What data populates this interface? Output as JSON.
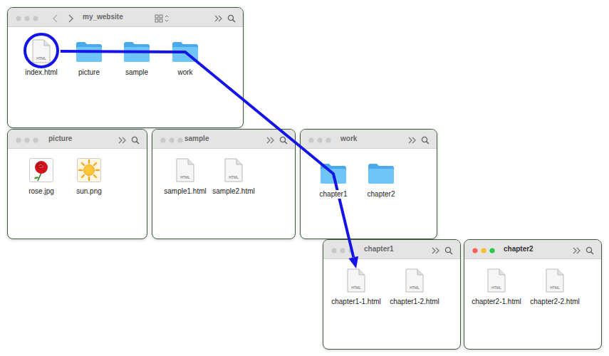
{
  "diagram": {
    "nodes": [
      {
        "text": [
          "my_website"
        ]
      },
      {
        "text": [
          "HTML",
          "index.html"
        ],
        "in": 0
      },
      {
        "text": [
          "picture"
        ],
        "in": 0
      },
      {
        "text": [
          "sample"
        ],
        "in": 0
      },
      {
        "text": [
          "work"
        ],
        "in": 0
      },
      {
        "text": [
          "picture"
        ]
      },
      {
        "text": [
          "rose.jpg"
        ],
        "in": 5
      },
      {
        "text": [
          "sun.png"
        ],
        "in": 5
      },
      {
        "text": [
          "sample"
        ]
      },
      {
        "text": [
          "HTML",
          "sample1.html"
        ],
        "in": 8
      },
      {
        "text": [
          "HTML",
          "sample2.html"
        ],
        "in": 8
      },
      {
        "text": [
          "work"
        ]
      },
      {
        "text": [
          "chapter1"
        ],
        "in": 11
      },
      {
        "text": [
          "chapter2"
        ],
        "in": 11
      },
      {
        "text": [
          "chapter1"
        ]
      },
      {
        "text": [
          "HTML",
          "chapter1-1.html"
        ],
        "in": 14
      },
      {
        "text": [
          "HTML",
          "chapter1-2.html"
        ],
        "in": 14
      },
      {
        "text": [
          "chapter2"
        ]
      },
      {
        "text": [
          "HTML",
          "chapter2-1.html"
        ],
        "in": 17
      },
      {
        "text": [
          "HTML",
          "chapter2-2.html"
        ],
        "in": 17
      }
    ],
    "edges": [
      {
        "from": 1,
        "to": 15,
        "arrow": "to"
      }
    ]
  }
}
